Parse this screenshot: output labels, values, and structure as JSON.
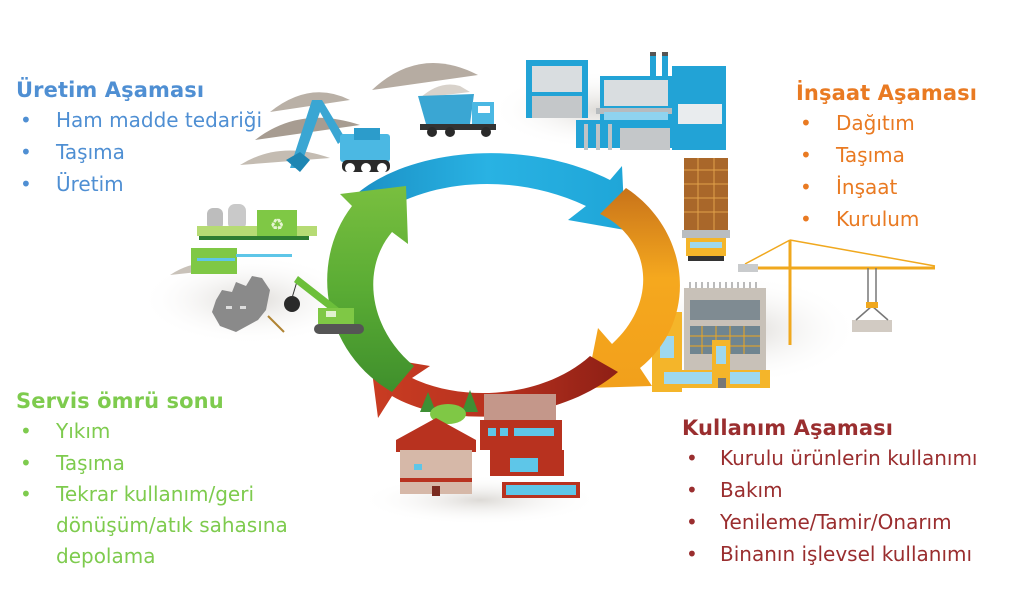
{
  "diagram": {
    "type": "life-cycle",
    "phases": [
      {
        "id": "production",
        "title": "Üretim Aşaması",
        "color": "#4f8fd3",
        "items": [
          "Ham madde tedariği",
          "Taşıma",
          "Üretim"
        ]
      },
      {
        "id": "construction",
        "title": "İnşaat Aşaması",
        "color": "#e97a22",
        "items": [
          "Dağıtım",
          "Taşıma",
          "İnşaat",
          "Kurulum"
        ]
      },
      {
        "id": "use",
        "title": "Kullanım Aşaması",
        "color": "#9a2e2f",
        "items": [
          "Kurulu ürünlerin kullanımı",
          "Bakım",
          "Yenileme/Tamir/Onarım",
          "Binanın işlevsel kullanımı"
        ]
      },
      {
        "id": "end-of-life",
        "title": "Servis ömrü sonu",
        "color": "#7ecb4e",
        "items": [
          "Yıkım",
          "Taşıma",
          "Tekrar kullanım/geri dönüşüm/atık sahasına depolama"
        ]
      }
    ],
    "cycle_colors": {
      "blue": "#1ea7d9",
      "orange": "#f3a21d",
      "red": "#b8321f",
      "green": "#5fb033"
    },
    "bullet": "•"
  }
}
